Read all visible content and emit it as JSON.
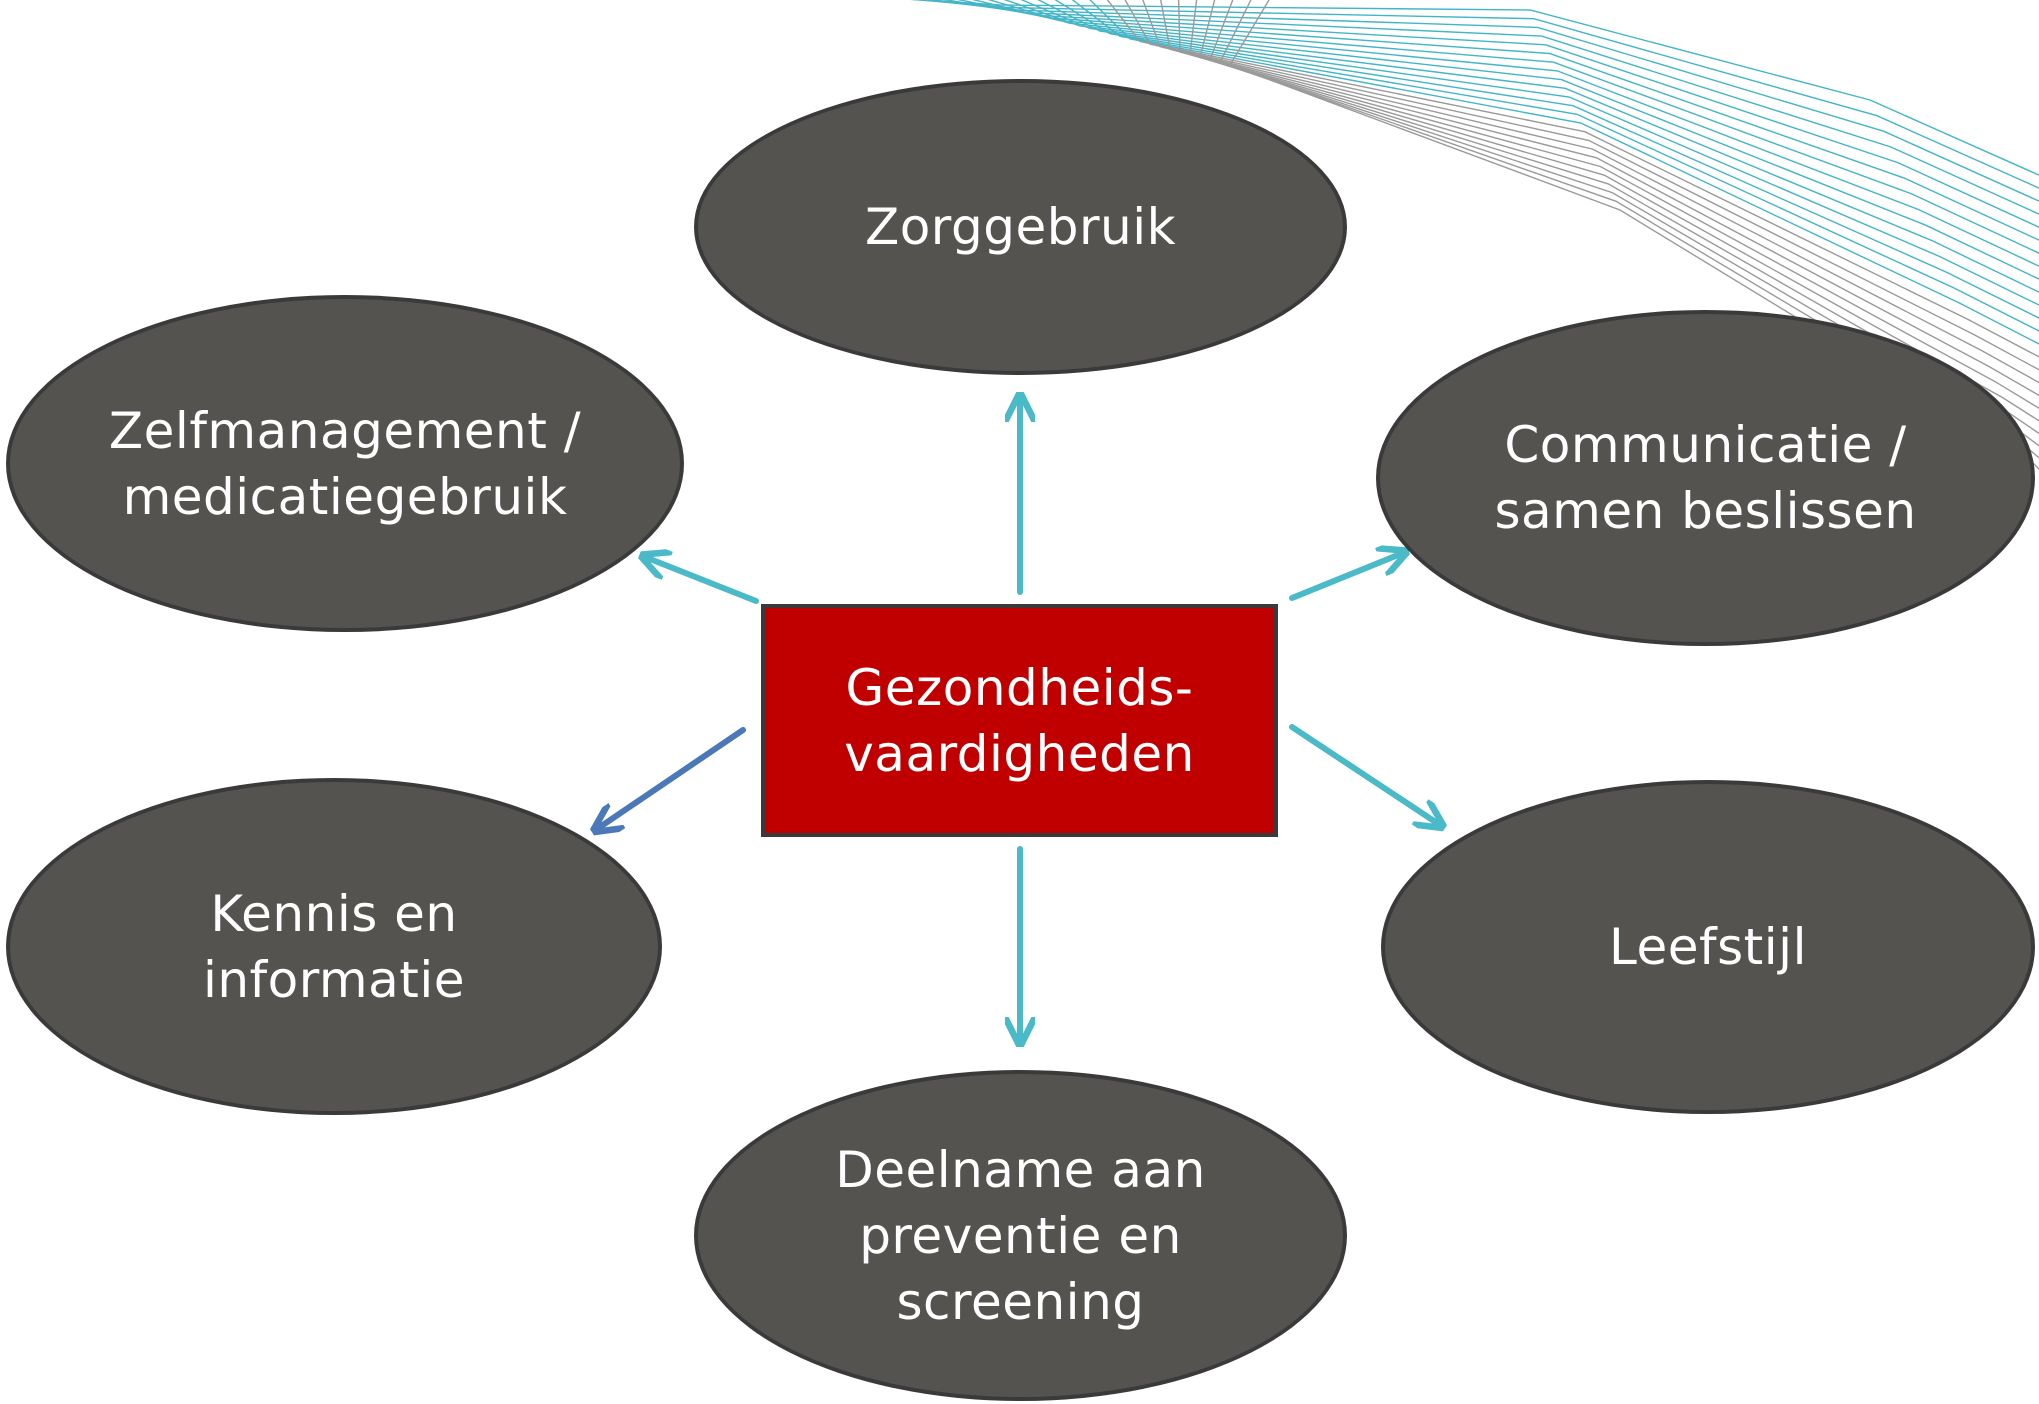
{
  "diagram": {
    "center": {
      "label": "Gezondheids-\nvaardigheden"
    },
    "nodes": {
      "zorggebruik": {
        "label": "Zorggebruik"
      },
      "zelfmanagement": {
        "label": "Zelfmanagement /\nmedicatiegebruik"
      },
      "communicatie": {
        "label": "Communicatie /\nsamen beslissen"
      },
      "kennis": {
        "label": "Kennis en\ninformatie"
      },
      "leefstijl": {
        "label": "Leefstijl"
      },
      "deelname": {
        "label": "Deelname aan\npreventie en\nscreening"
      }
    }
  },
  "colors": {
    "node_fill": "#555350",
    "node_border": "#3a3a3a",
    "center_fill": "#c00000",
    "arrow_teal": "#4ab9c8",
    "arrow_blue": "#4a78b9",
    "deco_teal": "#43b5c7",
    "deco_gray": "#9a9a9a"
  }
}
